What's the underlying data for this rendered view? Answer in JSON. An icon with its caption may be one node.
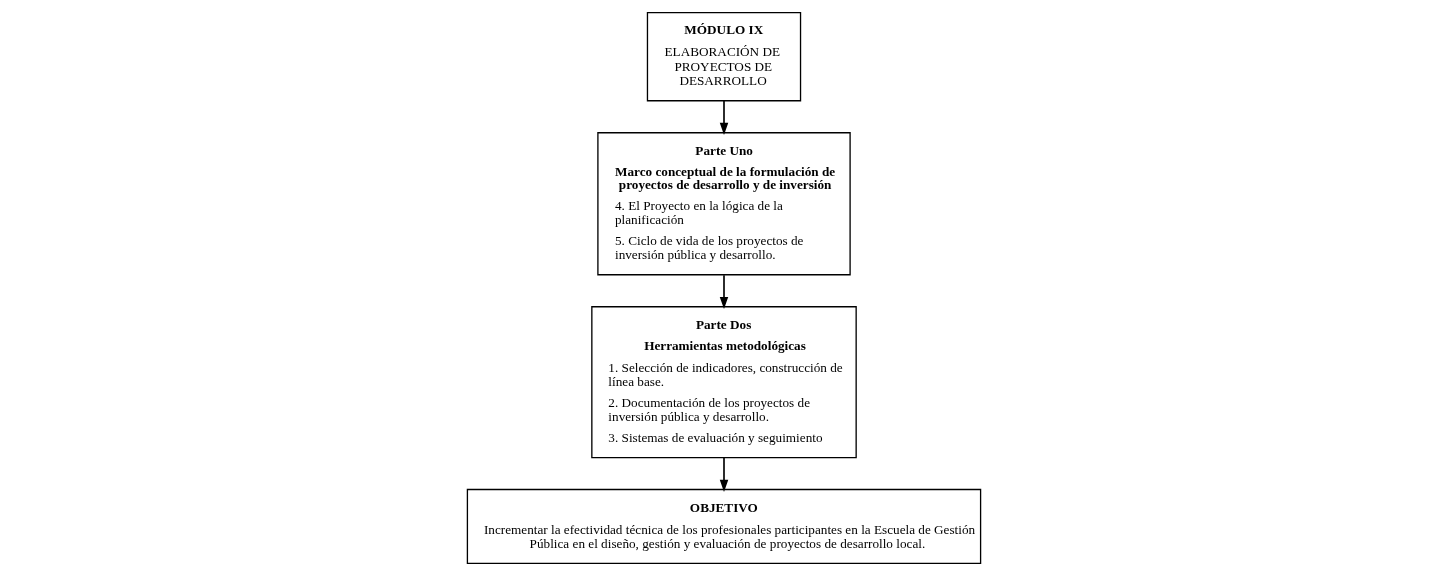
{
  "diagram": {
    "nodes": [
      {
        "text": [
          "MÓDULO IX",
          "ELABORACIÓN DE PROYECTOS DE DESARROLLO"
        ]
      },
      {
        "text": [
          "Parte Uno",
          "Marco conceptual de la formulación de proyectos de desarrollo y de inversión",
          "4. El Proyecto en la lógica de la planificación",
          "5. Ciclo de vida de los proyectos de inversión pública y desarrollo."
        ]
      },
      {
        "text": [
          "Parte Dos",
          "Herramientas metodológicas",
          "1. Selección de indicadores, construcción de línea base.",
          "2. Documentación de los proyectos de inversión pública y desarrollo.",
          "3. Sistemas de evaluación y seguimiento"
        ]
      },
      {
        "text": [
          "OBJETIVO",
          "Incrementar la efectividad técnica de los profesionales participantes en la Escuela de Gestión Pública en el diseño, gestión y evaluación de proyectos de desarrollo local."
        ]
      }
    ],
    "edges": [
      {
        "from": 0,
        "to": 1,
        "arrow": "to"
      },
      {
        "from": 1,
        "to": 2,
        "arrow": "to"
      },
      {
        "from": 2,
        "to": 3,
        "arrow": "to"
      }
    ]
  }
}
